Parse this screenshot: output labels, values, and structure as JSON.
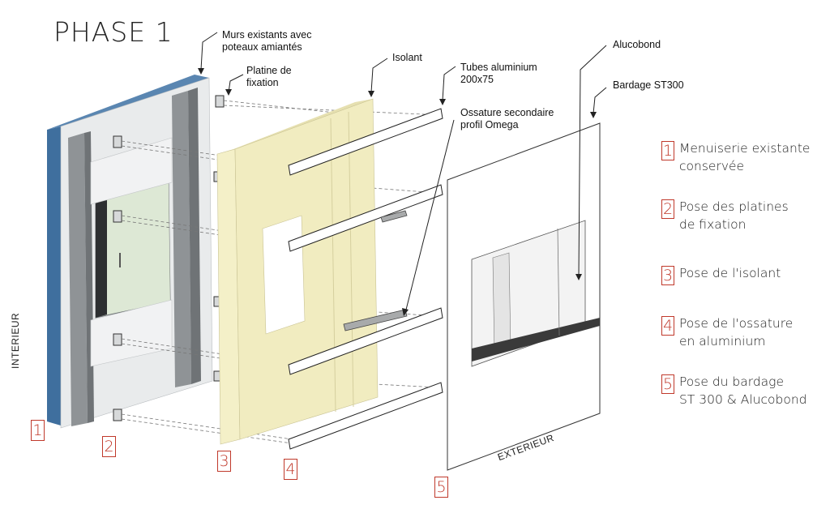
{
  "title": "PHASE 1",
  "callouts": {
    "murs": "Murs existants avec\npoteaux amiantés",
    "platine": "Platine de\nfixation",
    "isolant": "Isolant",
    "tubes": "Tubes aluminium\n200x75",
    "ossature": "Ossature secondaire\nprofil Omega",
    "alucobond": "Alucobond",
    "bardage": "Bardage ST300"
  },
  "side_labels": {
    "interieur": "INTERIEUR",
    "exterieur": "EXTERIEUR"
  },
  "legend": [
    {
      "num": "1",
      "text": "Menuiserie existante\nconservée"
    },
    {
      "num": "2",
      "text": "Pose des platines\nde fixation"
    },
    {
      "num": "3",
      "text": "Pose de l'isolant"
    },
    {
      "num": "4",
      "text": "Pose de l'ossature\nen aluminium"
    },
    {
      "num": "5",
      "text": "Pose du bardage\nST 300 & Alucobond"
    }
  ],
  "step_markers": [
    "1",
    "2",
    "3",
    "4",
    "5"
  ],
  "colors": {
    "wall_blue": "#3f6f9e",
    "wall_grey": "#8f9396",
    "insulation": "#f4f0c8",
    "accent_red": "#c0392b"
  }
}
